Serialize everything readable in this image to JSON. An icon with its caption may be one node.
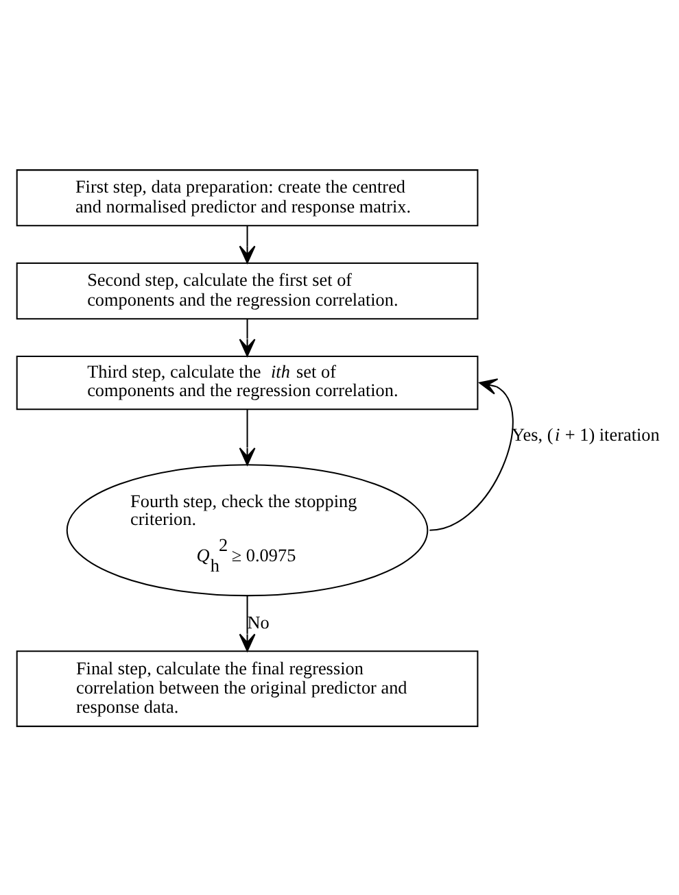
{
  "diagram": {
    "nodes": [
      {
        "text": [
          "First step, data preparation: create the centred and normalised predictor and response matrix."
        ]
      },
      {
        "text": [
          "Second step, calculate the first set of components and the regression correlation."
        ]
      },
      {
        "text": [
          "Third step, calculate the *ith* set of components and the regression correlation."
        ]
      },
      {
        "text": [
          "Fourth step, check the stopping criterion.",
          "*Q*$_{h}$$^{2}$ ≥ 0.0975"
        ]
      },
      {
        "text": [
          "Final step, calculate the final regression correlation between the original predictor and response data."
        ]
      }
    ],
    "edges": [
      {
        "from": 0,
        "to": 1,
        "arrow": "to"
      },
      {
        "from": 1,
        "to": 2,
        "arrow": "to"
      },
      {
        "from": 2,
        "to": 3,
        "arrow": "to"
      },
      {
        "from": 3,
        "to": 4,
        "arrow": "to",
        "label": "No"
      },
      {
        "from": 3,
        "to": 2,
        "arrow": "to",
        "label": "Yes, (*i* + 1) iteration"
      }
    ]
  }
}
